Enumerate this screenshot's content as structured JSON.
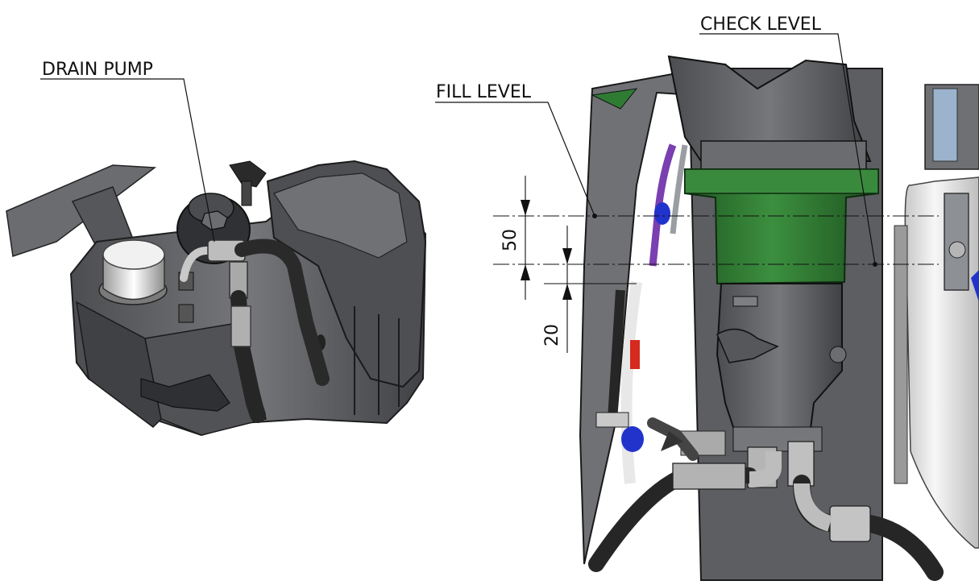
{
  "labels": {
    "drain_pump": "DRAIN PUMP",
    "fill_level": "FILL LEVEL",
    "check_level": "CHECK LEVEL"
  },
  "dimensions": {
    "fill_to_check": "50",
    "check_to_min": "20"
  },
  "colors": {
    "body_grey": "#5f6164",
    "dark_grey": "#3c3e41",
    "light_grey": "#8d9094",
    "housing_green": "#2f7b33",
    "hose_black": "#2b2b2b",
    "hose_purple": "#7a3fb0",
    "accent_blue": "#2233cc",
    "accent_red": "#d42a1f",
    "tank_white": "#e9e9e9"
  }
}
